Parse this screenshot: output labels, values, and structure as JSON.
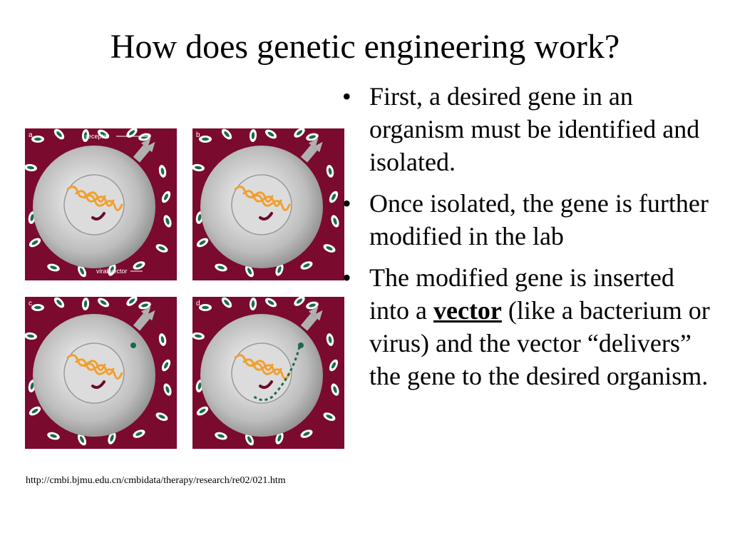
{
  "slide": {
    "title": "How does genetic engineering work?",
    "bullets": [
      {
        "text": "First, a desired gene in an organism must be identified and isolated."
      },
      {
        "text": "Once isolated, the gene is further modified in the lab"
      },
      {
        "pre": "The modified gene is inserted into a ",
        "emph": "vector",
        "post": " (like a bacterium or virus) and the vector “delivers” the gene to the desired organism."
      }
    ],
    "bullet_symbol": "•",
    "source_url": "http://cmbi.bjmu.edu.cn/cmbidata/therapy/research/re02/021.htm"
  },
  "figure": {
    "panels": [
      {
        "letter": "a",
        "labels": [
          "receptor",
          "viral vector"
        ]
      },
      {
        "letter": "b"
      },
      {
        "letter": "c"
      },
      {
        "letter": "d"
      }
    ],
    "colors": {
      "background": "#7a0a2e",
      "cell": "#c8c8c8",
      "nucleus_border": "#9a9a9a",
      "dna": "#f0a030",
      "gene": "#6a0a2a",
      "virus": "#1a6a4a"
    }
  }
}
